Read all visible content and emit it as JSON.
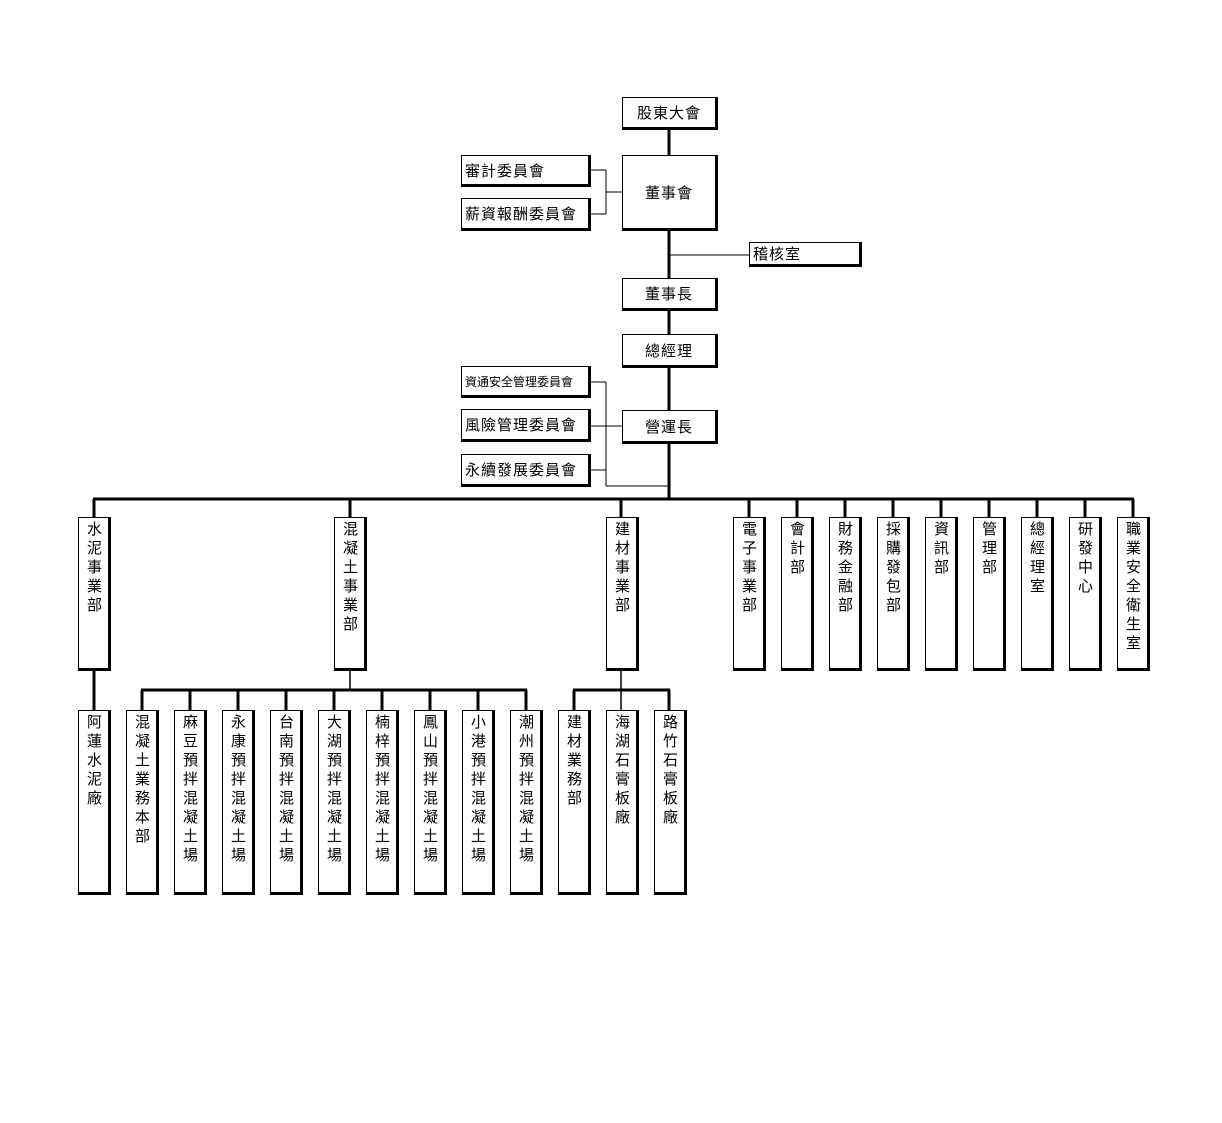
{
  "top": {
    "shareholders": "股東大會",
    "board": "董事會",
    "audit_committee": "審計委員會",
    "compensation_committee": "薪資報酬委員會",
    "internal_audit": "稽核室",
    "chairman": "董事長",
    "general_manager": "總經理",
    "infosec_committee": "資通安全管理委員會",
    "risk_committee": "風險管理委員會",
    "sustainability_committee": "永續發展委員會",
    "coo": "營運長"
  },
  "divisions": {
    "cement": "水泥事業部",
    "concrete": "混凝土事業部",
    "building_materials": "建材事業部",
    "electronics": "電子事業部",
    "accounting": "會計部",
    "finance": "財務金融部",
    "procurement": "採購發包部",
    "it": "資訊部",
    "management": "管理部",
    "gm_office": "總經理室",
    "rnd": "研發中心",
    "ohs": "職業安全衛生室"
  },
  "units": {
    "alian_cement_plant": "阿蓮水泥廠",
    "concrete_business_hq": "混凝土業務本部",
    "madou_plant": "麻豆預拌混凝土場",
    "yongkang_plant": "永康預拌混凝土場",
    "tainan_plant": "台南預拌混凝土場",
    "dahu_plant": "大湖預拌混凝土場",
    "nanzi_plant": "楠梓預拌混凝土場",
    "fengshan_plant": "鳳山預拌混凝土場",
    "xiaogang_plant": "小港預拌混凝土場",
    "chaozhou_plant": "潮州預拌混凝土場",
    "materials_business_dept": "建材業務部",
    "haihu_gypsum_plant": "海湖石膏板廠",
    "luzhu_gypsum_plant": "路竹石膏板廠"
  }
}
